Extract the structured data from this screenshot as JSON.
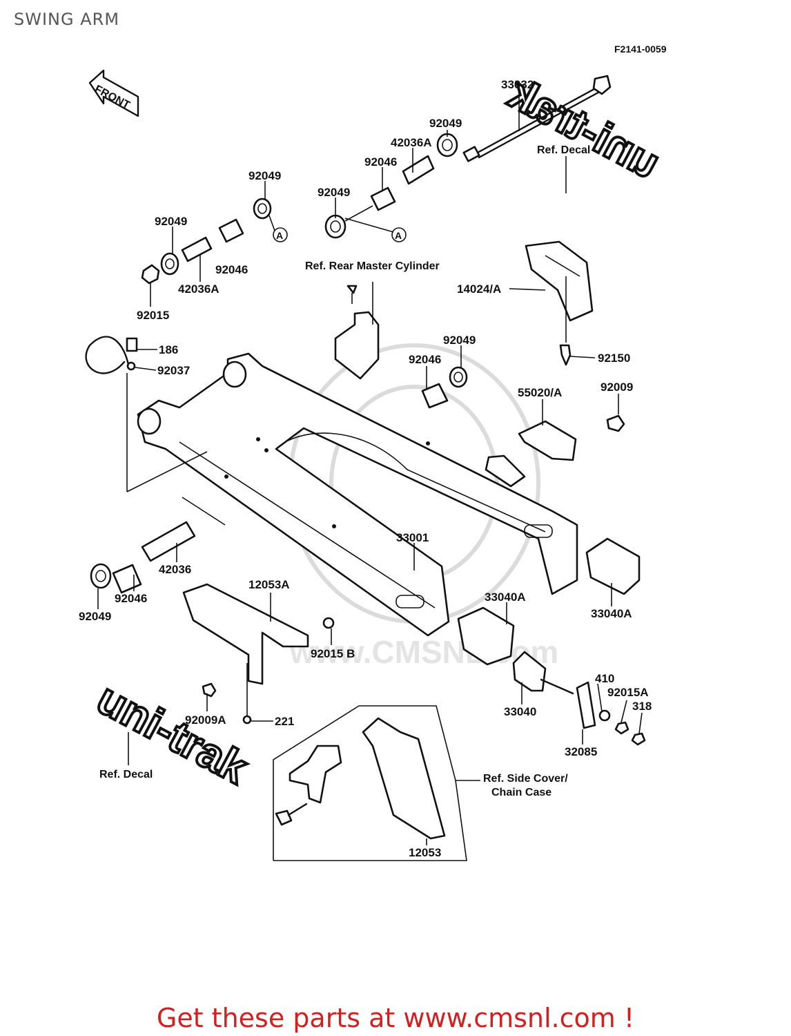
{
  "page": {
    "title": "SWING ARM",
    "diagram_code": "F2141-0059"
  },
  "front_marker": "FRONT",
  "callout_letter": "A",
  "decals": {
    "top": "uni-trak",
    "bottom": "uni-trak"
  },
  "watermark": "www.CMSNL.com",
  "labels": {
    "p33032": "33032",
    "p92049_a": "92049",
    "p42036A_a": "42036A",
    "p92046_a": "92046",
    "p92049_b": "92049",
    "p92049_c": "92049",
    "p92049_d": "92049",
    "p92046_b": "92046",
    "p42036A_b": "42036A",
    "p92015": "92015",
    "p186": "186",
    "p92037": "92037",
    "p14024A": "14024/A",
    "p92150": "92150",
    "p92049_e": "92049",
    "p92046_c": "92046",
    "p55020A": "55020/A",
    "p92009": "92009",
    "p33001": "33001",
    "p42036": "42036",
    "p92046_d": "92046",
    "p92049_f": "92049",
    "p12053A": "12053A",
    "p92015B": "92015 B",
    "p33040A_a": "33040A",
    "p33040A_b": "33040A",
    "p33040": "33040",
    "p410": "410",
    "p92015A": "92015A",
    "p318": "318",
    "p32085": "32085",
    "p92009A": "92009A",
    "p221": "221",
    "p12053": "12053",
    "ref_decal_top": "Ref. Decal",
    "ref_rear_master": "Ref. Rear Master Cylinder",
    "ref_decal_bottom": "Ref. Decal",
    "ref_side_cover_1": "Ref. Side Cover/",
    "ref_side_cover_2": "Chain Case"
  },
  "footer": {
    "text": "Get these parts at www.cmsnl.com !",
    "color": "#d21f1f"
  }
}
